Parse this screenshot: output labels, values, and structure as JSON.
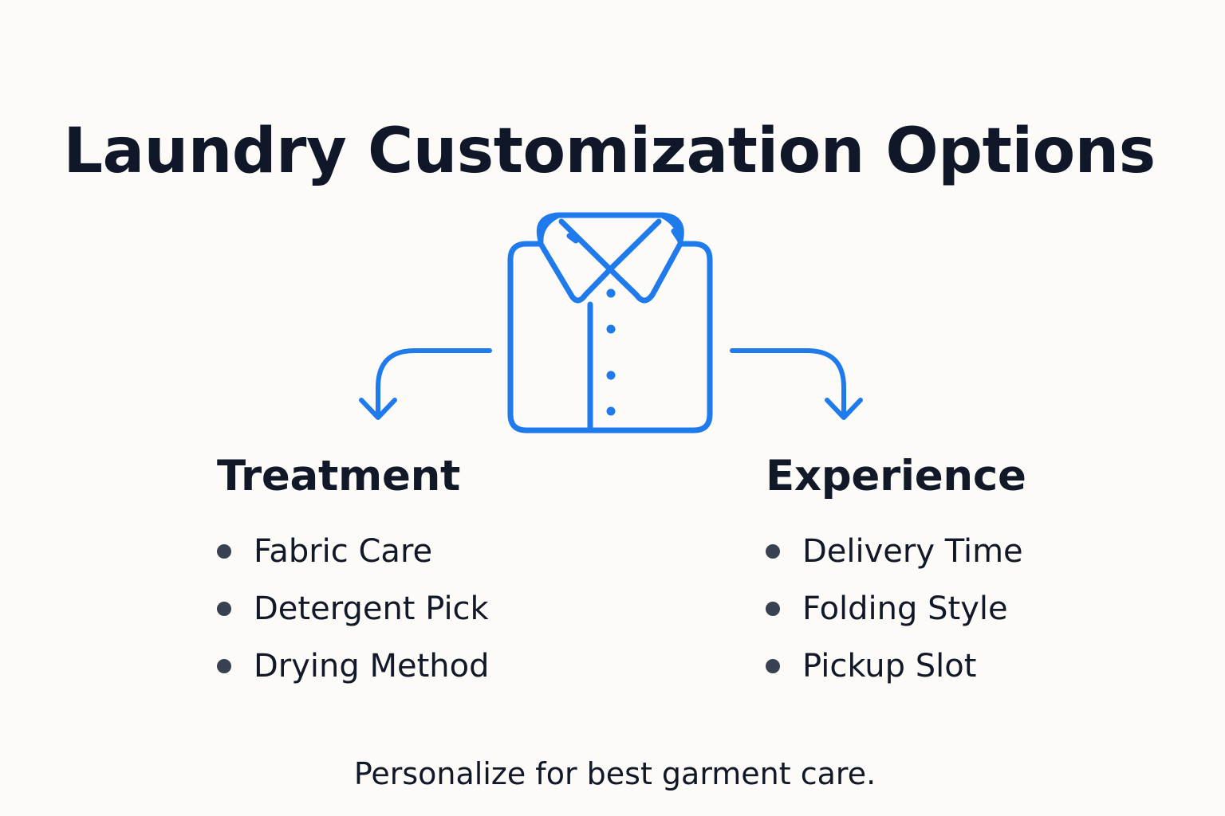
{
  "title": "Laundry Customization Options",
  "accent_color": "#1f7aec",
  "icon": "folded-shirt-icon",
  "columns": [
    {
      "heading": "Treatment",
      "items": [
        "Fabric Care",
        "Detergent Pick",
        "Drying Method"
      ]
    },
    {
      "heading": "Experience",
      "items": [
        "Delivery Time",
        "Folding Style",
        "Pickup Slot"
      ]
    }
  ],
  "footer": "Personalize for best garment care."
}
